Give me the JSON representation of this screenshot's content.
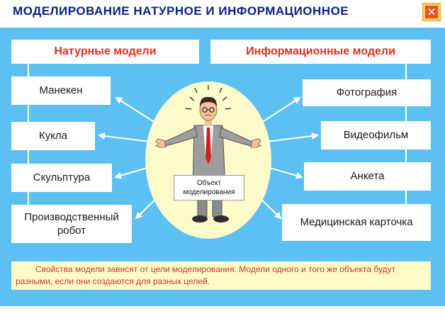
{
  "window": {
    "title": "МОДЕЛИРОВАНИЕ  НАТУРНОЕ  И  ИНФОРМАЦИОННОЕ",
    "close_icon": "close-icon"
  },
  "colors": {
    "panel_bg": "#5cc0f2",
    "title_text": "#0a1f8a",
    "header_text": "#e0301c",
    "note_bg": "#fffbc8",
    "note_text": "#c0392b",
    "oval_bg": "#fdfacb"
  },
  "natural_models": {
    "header": "Натурные  модели",
    "items": [
      {
        "label": "Манекен"
      },
      {
        "label": "Кукла"
      },
      {
        "label": "Скульптура"
      },
      {
        "label": "Производственный робот"
      }
    ]
  },
  "information_models": {
    "header": "Информационные  модели",
    "items": [
      {
        "label": "Фотография"
      },
      {
        "label": "Видеофильм"
      },
      {
        "label": "Анкета"
      },
      {
        "label": "Медицинская карточка"
      }
    ]
  },
  "center": {
    "object_label": "Объект моделирования",
    "figure_icon": "person-icon"
  },
  "note": {
    "text": "Свойства модели зависят от цели моделирования. Модели одного и того же объекта будут разными, если они создаются для разных целей."
  }
}
